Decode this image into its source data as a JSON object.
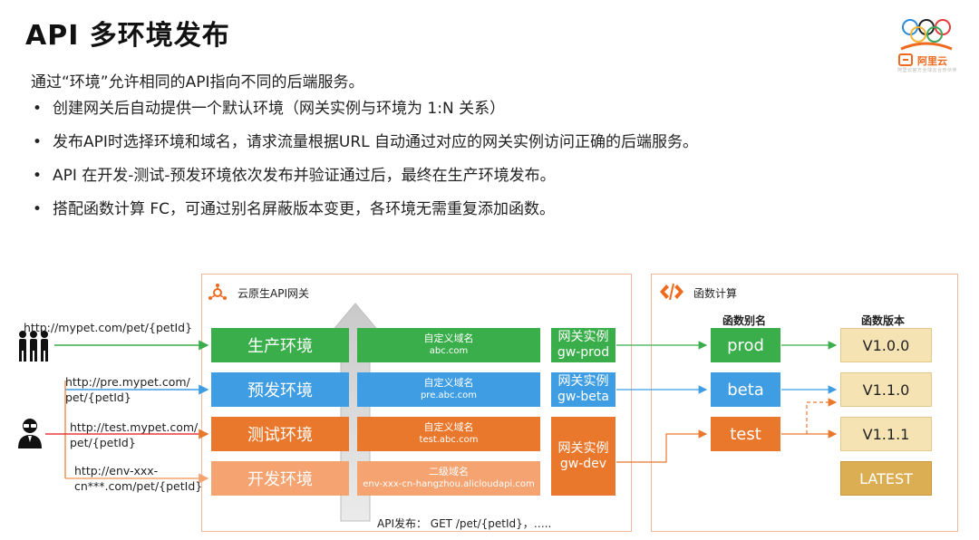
{
  "title": "API 多环境发布",
  "logo": {
    "brand": "阿里云",
    "tagline": "阿里云官方全球云合作伙伴"
  },
  "intro": "通过“环境”允许相同的API指向不同的后端服务。",
  "bullets": [
    "创建网关后自动提供一个默认环境（网关实例与环境为 1:N 关系）",
    "发布API时选择环境和域名，请求流量根据URL 自动通过对应的网关实例访问正确的后端服务。",
    "API 在开发-测试-预发环境依次发布并验证通过后，最终在生产环境发布。",
    "搭配函数计算 FC，可通过别名屏蔽版本变更，各环境无需重复添加函数。"
  ],
  "gateway": {
    "label": "云原生API网关",
    "environments": [
      {
        "name": "生产环境",
        "domain_label": "自定义域名",
        "domain": "abc.com",
        "color": "#3aae4a"
      },
      {
        "name": "预发环境",
        "domain_label": "自定义域名",
        "domain": "pre.abc.com",
        "color": "#3f9de3"
      },
      {
        "name": "测试环境",
        "domain_label": "自定义域名",
        "domain": "test.abc.com",
        "color": "#e9782d"
      },
      {
        "name": "开发环境",
        "domain_label": "二级域名",
        "domain": "env-xxx-cn-hangzhou.alicloudapi.com",
        "color": "#f4a371"
      }
    ],
    "instances": [
      {
        "line1": "网关实例",
        "line2": "gw-prod",
        "color": "#3aae4a"
      },
      {
        "line1": "网关实例",
        "line2": "gw-beta",
        "color": "#3f9de3"
      },
      {
        "line1": "网关实例",
        "line2": "gw-dev",
        "color": "#e9782d"
      }
    ],
    "api_publish": "API发布： GET /pet/{petId}，….."
  },
  "fc": {
    "label": "函数计算",
    "alias_header": "函数别名",
    "version_header": "函数版本",
    "aliases": [
      {
        "name": "prod",
        "color": "#3aae4a"
      },
      {
        "name": "beta",
        "color": "#3f9de3"
      },
      {
        "name": "test",
        "color": "#e9782d"
      }
    ],
    "versions": [
      {
        "name": "V1.0.0"
      },
      {
        "name": "V1.1.0"
      },
      {
        "name": "V1.1.1"
      },
      {
        "name": "LATEST",
        "color": "#dcae53"
      }
    ]
  },
  "urls": {
    "prod": "http://mypet.com/pet/{petId}",
    "pre_1": "http://pre.mypet.com/",
    "pre_2": "pet/{petId}",
    "test_1": "http://test.mypet.com/",
    "test_2": "pet/{petId}",
    "dev_1": "http://env-xxx-",
    "dev_2": "cn***.com/pet/{petId}"
  },
  "colors": {
    "prod": "#3aae4a",
    "beta": "#3f9de3",
    "test": "#e9782d",
    "dev": "#f4a371",
    "frame": "#f1b8a0"
  }
}
